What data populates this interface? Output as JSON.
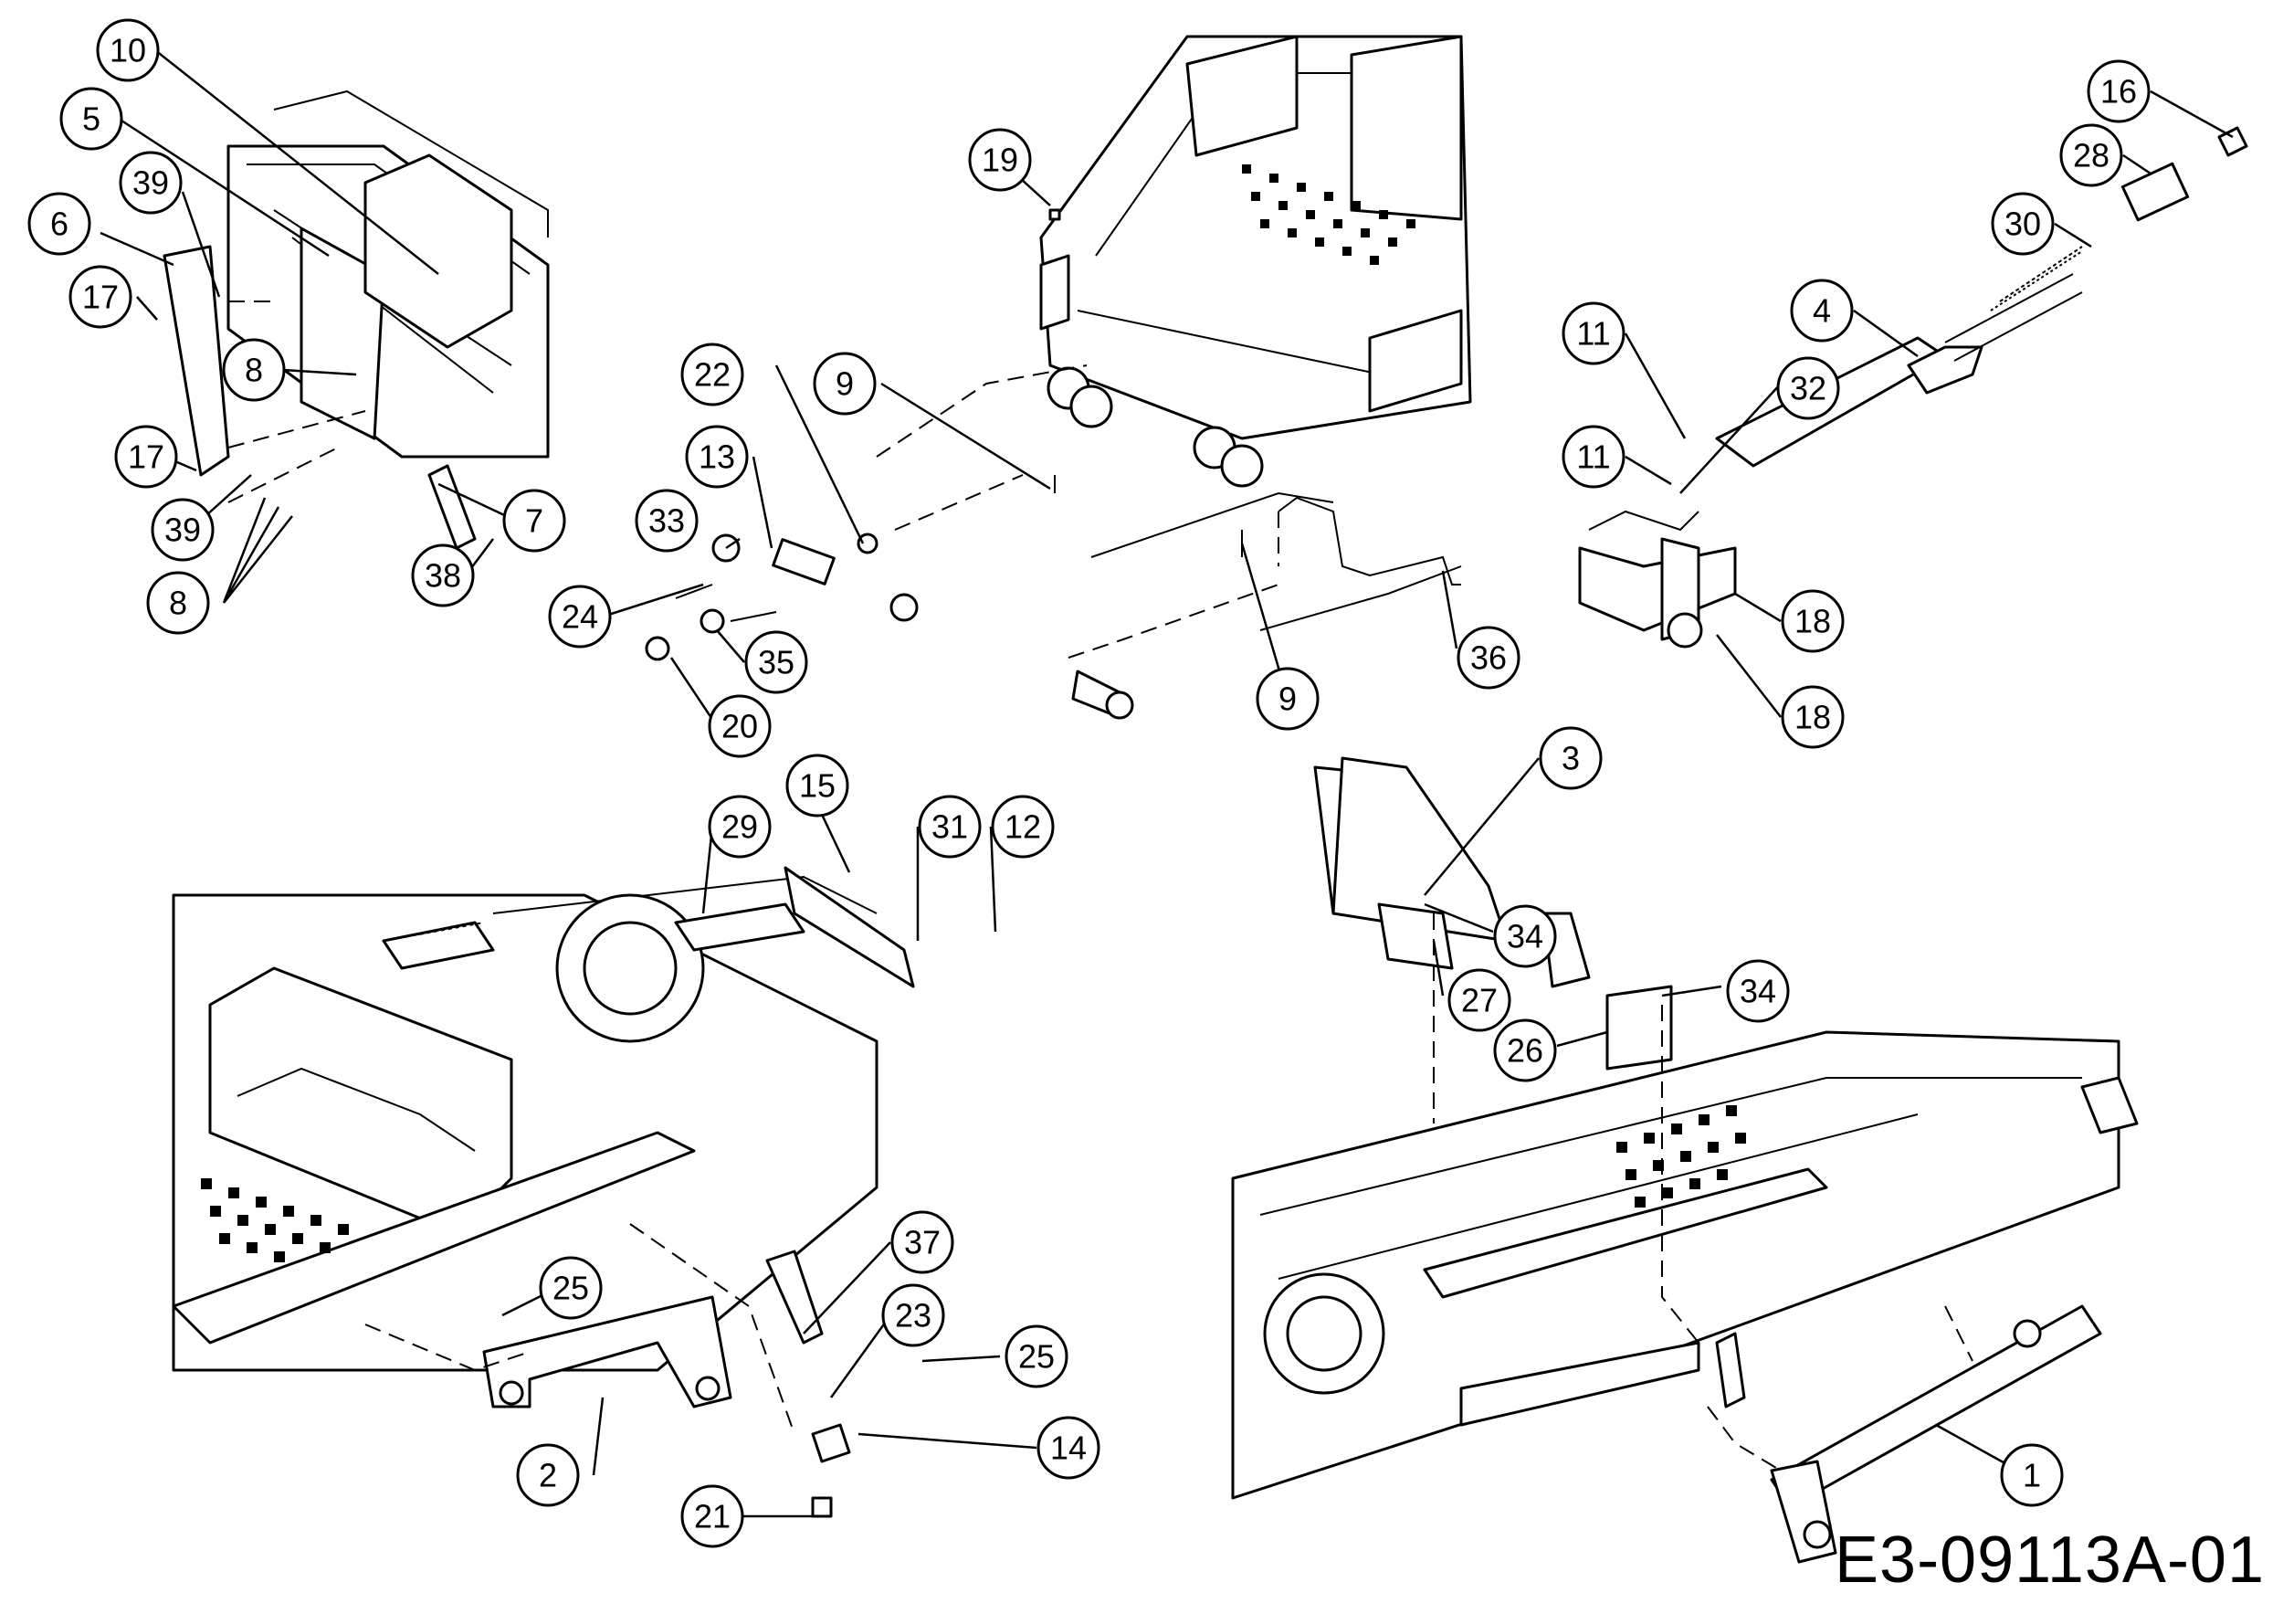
{
  "drawing_code": "E3-09113A-01",
  "callouts": [
    {
      "label": "10"
    },
    {
      "label": "5"
    },
    {
      "label": "39"
    },
    {
      "label": "6"
    },
    {
      "label": "17"
    },
    {
      "label": "8"
    },
    {
      "label": "17"
    },
    {
      "label": "39"
    },
    {
      "label": "8"
    },
    {
      "label": "7"
    },
    {
      "label": "38"
    },
    {
      "label": "19"
    },
    {
      "label": "22"
    },
    {
      "label": "9"
    },
    {
      "label": "13"
    },
    {
      "label": "33"
    },
    {
      "label": "24"
    },
    {
      "label": "35"
    },
    {
      "label": "20"
    },
    {
      "label": "9"
    },
    {
      "label": "36"
    },
    {
      "label": "16"
    },
    {
      "label": "28"
    },
    {
      "label": "30"
    },
    {
      "label": "4"
    },
    {
      "label": "11"
    },
    {
      "label": "32"
    },
    {
      "label": "11"
    },
    {
      "label": "18"
    },
    {
      "label": "18"
    },
    {
      "label": "15"
    },
    {
      "label": "29"
    },
    {
      "label": "31"
    },
    {
      "label": "12"
    },
    {
      "label": "3"
    },
    {
      "label": "34"
    },
    {
      "label": "27"
    },
    {
      "label": "34"
    },
    {
      "label": "26"
    },
    {
      "label": "37"
    },
    {
      "label": "25"
    },
    {
      "label": "23"
    },
    {
      "label": "25"
    },
    {
      "label": "14"
    },
    {
      "label": "2"
    },
    {
      "label": "21"
    },
    {
      "label": "1"
    }
  ]
}
